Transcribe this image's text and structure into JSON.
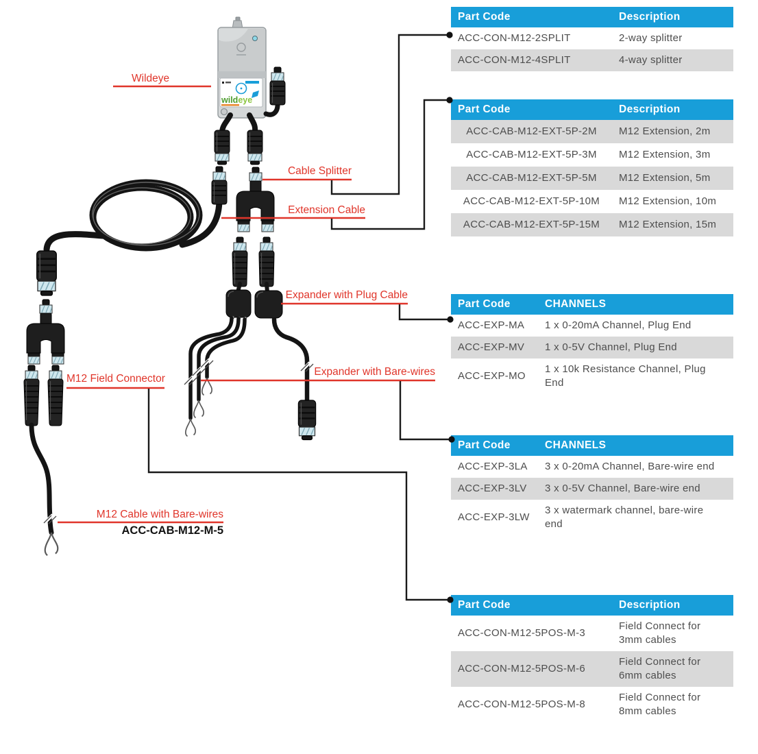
{
  "colors": {
    "header_blue": "#189ed9",
    "row_gray": "#d9d9d9",
    "label_red": "#e0352a",
    "line_black": "#1a1a1a",
    "logo_green": "#4e9c2e",
    "logo_light_green": "#8bc53f"
  },
  "device": {
    "logo_wild": "wild",
    "logo_eye": "eye"
  },
  "diagram_labels": {
    "wildeye": "Wildeye",
    "cable_splitter": "Cable Splitter",
    "extension_cable": "Extension Cable",
    "expander_plug": "Expander with Plug Cable",
    "expander_bare": "Expander with Bare-wires",
    "m12_field_connector": "M12 Field Connector",
    "m12_cable_bare": "M12 Cable with Bare-wires",
    "m12_cable_part_code": "ACC-CAB-M12-M-5"
  },
  "tables": [
    {
      "headers": [
        "Part Code",
        "Description"
      ],
      "rows": [
        [
          "ACC-CON-M12-2SPLIT",
          "2-way splitter"
        ],
        [
          "ACC-CON-M12-4SPLIT",
          "4-way splitter"
        ]
      ]
    },
    {
      "headers": [
        "Part Code",
        "Description"
      ],
      "rows": [
        [
          "ACC-CAB-M12-EXT-5P-2M",
          "M12 Extension, 2m"
        ],
        [
          "ACC-CAB-M12-EXT-5P-3M",
          "M12 Extension, 3m"
        ],
        [
          "ACC-CAB-M12-EXT-5P-5M",
          "M12 Extension, 5m"
        ],
        [
          "ACC-CAB-M12-EXT-5P-10M",
          "M12 Extension, 10m"
        ],
        [
          "ACC-CAB-M12-EXT-5P-15M",
          "M12 Extension, 15m"
        ]
      ]
    },
    {
      "headers": [
        "Part Code",
        "CHANNELS"
      ],
      "rows": [
        [
          "ACC-EXP-MA",
          "1 x 0-20mA Channel, Plug End"
        ],
        [
          "ACC-EXP-MV",
          "1 x 0-5V Channel, Plug End"
        ],
        [
          "ACC-EXP-MO",
          "1 x 10k Resistance Channel, Plug End"
        ]
      ]
    },
    {
      "headers": [
        "Part Code",
        "CHANNELS"
      ],
      "rows": [
        [
          "ACC-EXP-3LA",
          "3 x 0-20mA Channel, Bare-wire end"
        ],
        [
          "ACC-EXP-3LV",
          "3 x 0-5V Channel, Bare-wire end"
        ],
        [
          "ACC-EXP-3LW",
          "3 x watermark channel, bare-wire end"
        ]
      ]
    },
    {
      "headers": [
        "Part Code",
        "Description"
      ],
      "rows": [
        [
          "ACC-CON-M12-5POS-M-3",
          "Field Connect for 3mm cables"
        ],
        [
          "ACC-CON-M12-5POS-M-6",
          "Field Connect for 6mm cables"
        ],
        [
          "ACC-CON-M12-5POS-M-8",
          "Field Connect for 8mm cables"
        ]
      ]
    }
  ]
}
